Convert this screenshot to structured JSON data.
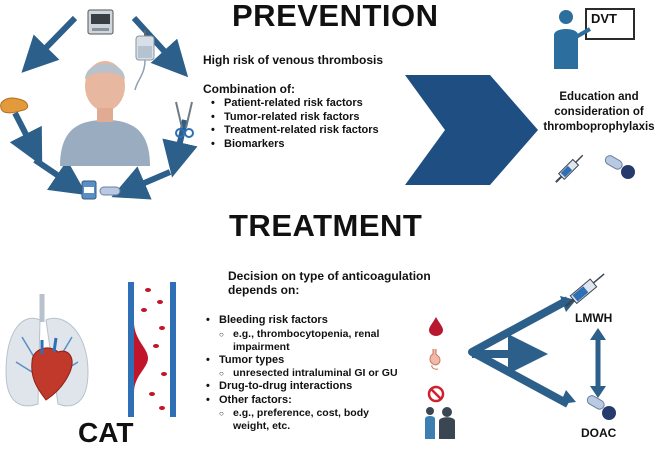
{
  "prevention": {
    "heading": "PREVENTION",
    "risk_title": "High risk of venous thrombosis",
    "combination_title": "Combination of:",
    "factors": [
      "Patient-related risk factors",
      "Tumor-related risk factors",
      "Treatment-related risk factors",
      "Biomarkers"
    ],
    "board_label": "DVT",
    "outcome_lines": [
      "Education and",
      "consideration of",
      "thromboprophylaxis"
    ]
  },
  "treatment": {
    "heading": "TREATMENT",
    "decision_lines": [
      "Decision on type of anticoagulation",
      "depends on:"
    ],
    "factors": [
      {
        "label": "Bleeding risk factors",
        "subs": [
          "e.g., thrombocytopenia, renal",
          "impairment"
        ],
        "sub_style": "continued"
      },
      {
        "label": "Tumor types",
        "subs": [
          "unresected intraluminal GI or GU"
        ],
        "sub_style": "bullet"
      },
      {
        "label": "Drug-to-drug interactions",
        "subs": [],
        "sub_style": "none"
      },
      {
        "label": "Other factors:",
        "subs": [
          "e.g., preference, cost, body",
          "weight, etc."
        ],
        "sub_style": "continued"
      }
    ],
    "option_top": "LMWH",
    "option_bottom": "DOAC",
    "cat_label": "CAT"
  },
  "colors": {
    "arrow_blue": "#2c5f8a",
    "big_arrow": "#1f4e83",
    "text": "#111111",
    "blood_red": "#c0152a",
    "vessel_blue": "#2f6fb5"
  },
  "icons": [
    "machine-icon",
    "iv-bag-icon",
    "scissors-icon",
    "pills-icon",
    "pancreas-icon",
    "patient-icon",
    "teacher-icon",
    "syringe-icon",
    "capsule-icon",
    "lungs-heart-icon",
    "vessel-clot-icon",
    "blood-drop-icon",
    "stomach-icon",
    "no-sign-icon",
    "people-icon"
  ]
}
